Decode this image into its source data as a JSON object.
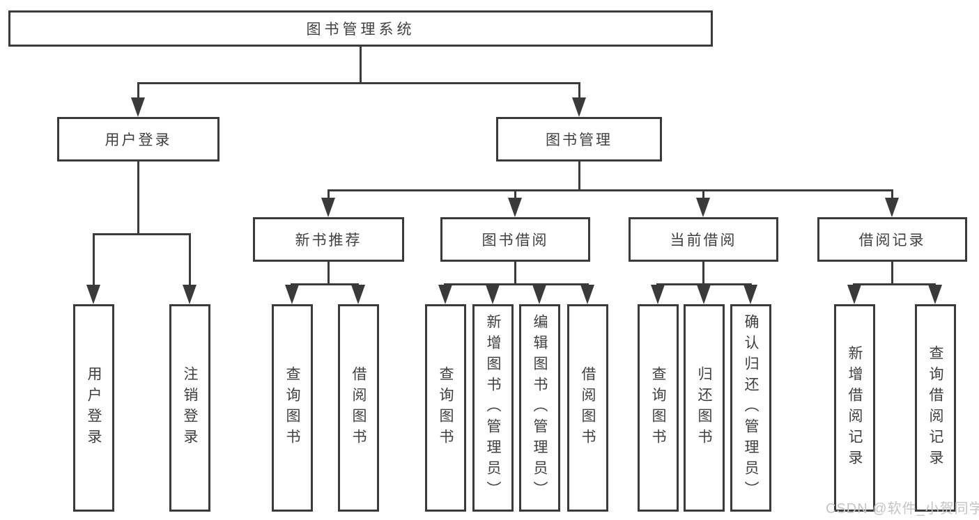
{
  "diagram_type": "hierarchy-tree",
  "tree": {
    "label": "图书管理系统",
    "children": [
      {
        "label": "用户登录",
        "children": [
          {
            "label": "用户登录"
          },
          {
            "label": "注销登录"
          }
        ]
      },
      {
        "label": "图书管理",
        "children": [
          {
            "label": "新书推荐",
            "children": [
              {
                "label": "查询图书"
              },
              {
                "label": "借阅图书"
              }
            ]
          },
          {
            "label": "图书借阅",
            "children": [
              {
                "label": "查询图书"
              },
              {
                "label": "新增图书（管理员）"
              },
              {
                "label": "编辑图书（管理员）"
              },
              {
                "label": "借阅图书"
              }
            ]
          },
          {
            "label": "当前借阅",
            "children": [
              {
                "label": "查询图书"
              },
              {
                "label": "归还图书"
              },
              {
                "label": "确认归还（管理员）"
              }
            ]
          },
          {
            "label": "借阅记录",
            "children": [
              {
                "label": "新增借阅记录"
              },
              {
                "label": "查询借阅记录"
              }
            ]
          }
        ]
      }
    ]
  },
  "watermark": "CSDN @软件_小贺同学",
  "colors": {
    "line": "#3a3a3a",
    "text": "#404040",
    "watermark": "#c5c5c5",
    "background": "#ffffff"
  }
}
